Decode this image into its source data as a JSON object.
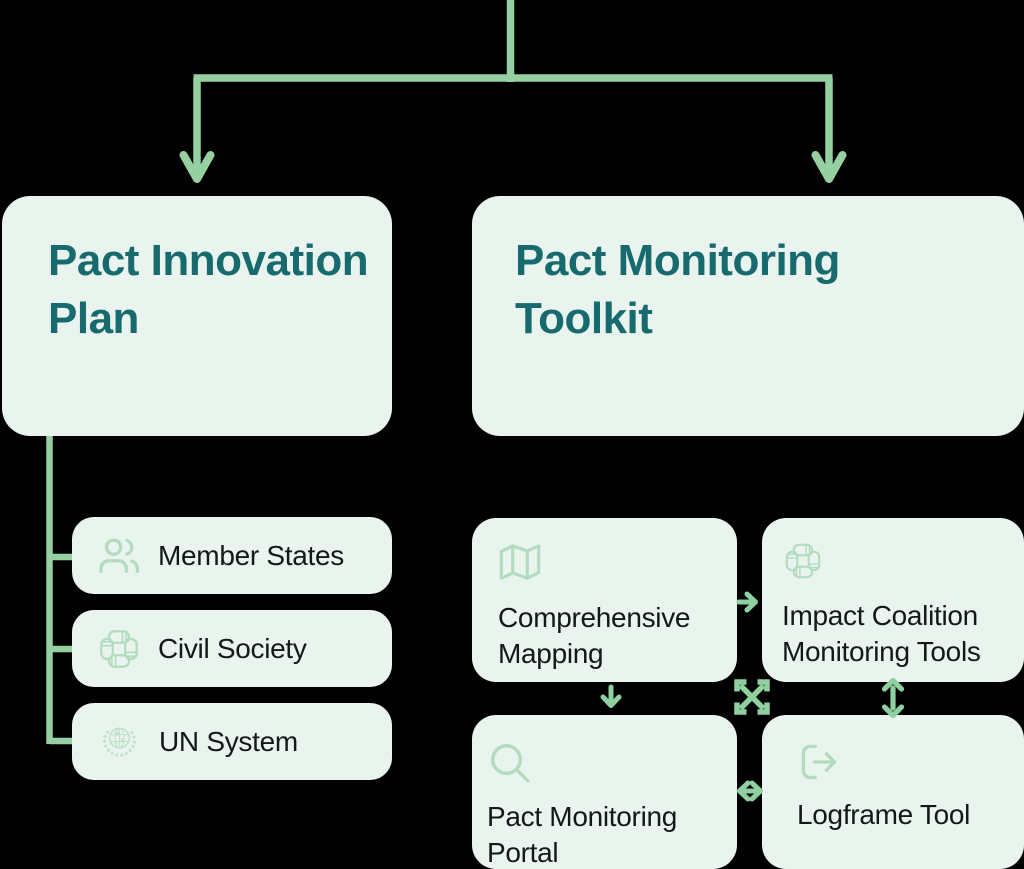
{
  "palette": {
    "background": "#000000",
    "card_bg": "#e8f4ed",
    "title_teal": "#176a6d",
    "label_text": "#14181b",
    "line_green": "#96cfa2",
    "arrow_green": "#8fd0a0",
    "icon_green": "#b3dcbe",
    "un_green": "#bfe2c8"
  },
  "plan": {
    "title": "Pact Innovation Plan",
    "items": [
      {
        "icon": "users-icon",
        "label": "Member States"
      },
      {
        "icon": "hands-icon",
        "label": "Civil Society"
      },
      {
        "icon": "un-emblem-icon",
        "label": "UN System"
      }
    ]
  },
  "toolkit": {
    "title": "Pact Monitoring Toolkit",
    "cells": [
      {
        "icon": "map-icon",
        "label": "Comprehensive Mapping"
      },
      {
        "icon": "hands-icon",
        "label": "Impact Coalition Monitoring Tools"
      },
      {
        "icon": "search-icon",
        "label": "Pact Monitoring Portal"
      },
      {
        "icon": "export-icon",
        "label": "Logframe Tool"
      }
    ]
  },
  "connectors": {
    "tree_arrows": "down-arrowheads",
    "grid_arrows": [
      "right-arrow-icon",
      "down-arrow-icon",
      "cross-arrows-icon",
      "vertical-double-arrow-icon",
      "horizontal-double-arrow-icon"
    ]
  }
}
